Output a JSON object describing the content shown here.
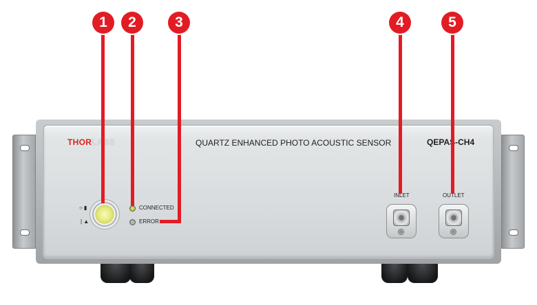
{
  "panel": {
    "brand_thor": "THOR",
    "brand_labs": "LABS",
    "title": "QUARTZ ENHANCED PHOTO ACOUSTIC SENSOR",
    "model": "QEPAS-CH4"
  },
  "power": {
    "standby_symbol": "○ ▮",
    "on_symbol": "| ▲"
  },
  "indicators": {
    "connected_label": "CONNECTED",
    "error_label": "ERROR"
  },
  "gas": {
    "inlet_label": "INLET",
    "outlet_label": "OUTLET"
  },
  "callouts": [
    "1",
    "2",
    "3",
    "4",
    "5"
  ],
  "colors": {
    "callout": "#e21c24",
    "brand_red": "#d4261c",
    "led_connected": "#d9e04a"
  }
}
